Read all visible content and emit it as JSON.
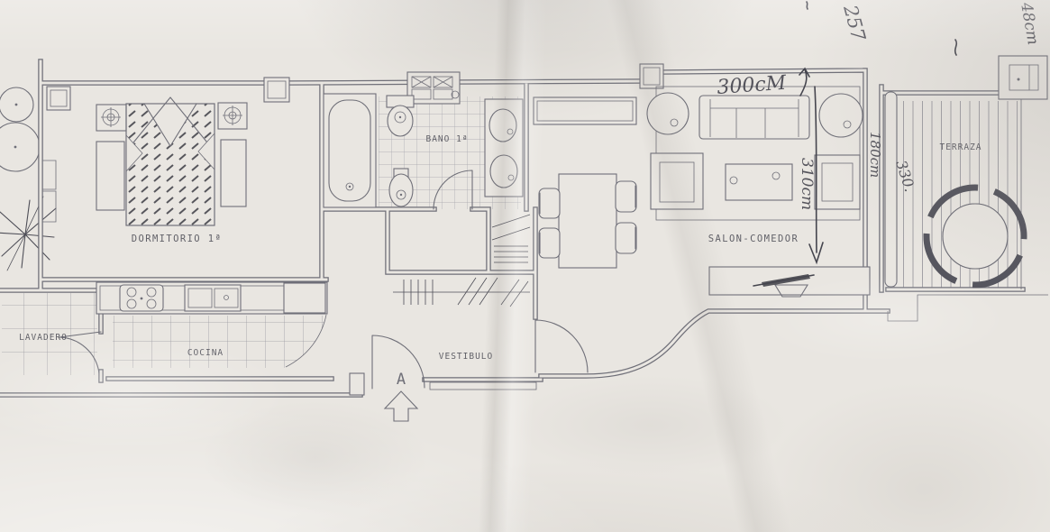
{
  "photo": {
    "description": "Apartment floor plan drawing photographed on crumpled paper"
  },
  "colors": {
    "paper": "#e9e6e1",
    "ink": "#6f6f78",
    "ink_dark": "#4e4e57",
    "ink_light": "#9b9aa2",
    "pencil": "#45454e"
  },
  "rooms": {
    "dormitorio": {
      "label": "DORMITORIO 1ª"
    },
    "bano": {
      "label": "BAÑO 1ª"
    },
    "lavadero": {
      "label": "LAVADERO"
    },
    "cocina": {
      "label": "COCINA"
    },
    "vestibulo": {
      "label": "VESTIBULO"
    },
    "salon": {
      "label": "SALON-COMEDOR"
    },
    "terraza": {
      "label": "TERRAZA"
    }
  },
  "annotations": {
    "salon_width": "300cM",
    "salon_depth": "310cm",
    "terraza_gap": "180cm",
    "terraza_width": "330.",
    "corner_note_a": "257",
    "corner_note_b": "48cm",
    "entrance_letter": "A"
  }
}
